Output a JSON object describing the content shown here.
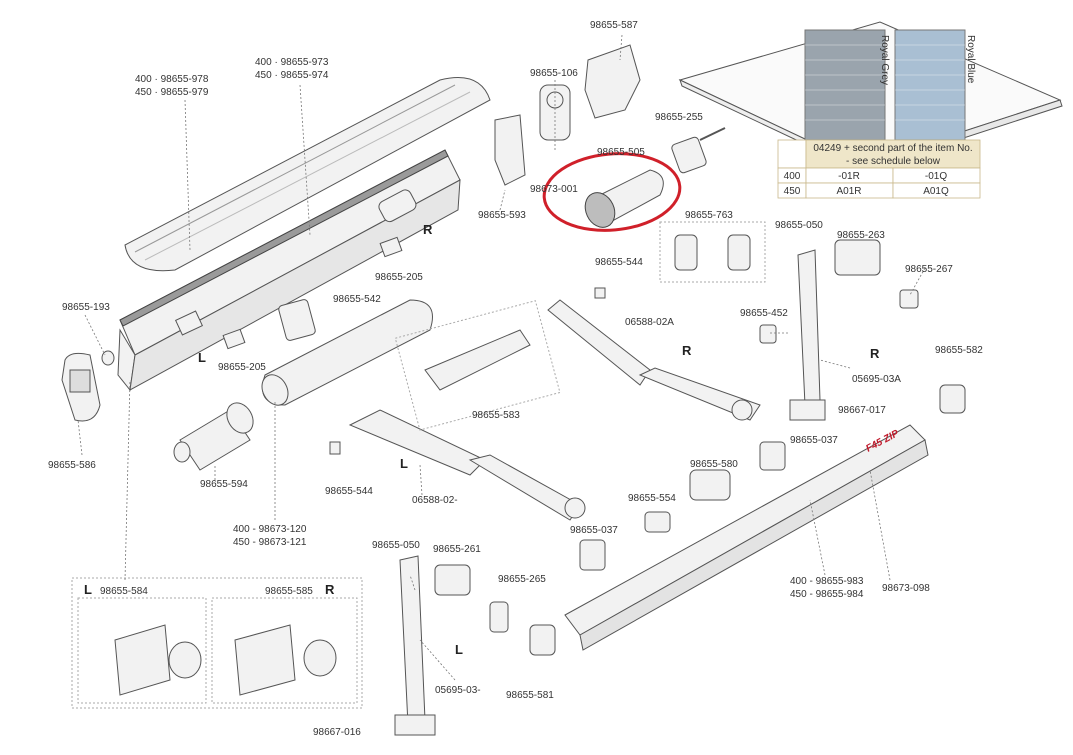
{
  "labels": {
    "p978": "400 · 98655-978",
    "p979": "450 · 98655-979",
    "p973": "400 · 98655-973",
    "p974": "450 · 98655-974",
    "p106": "98655-106",
    "p587": "98655-587",
    "p255": "98655-255",
    "p505": "98655-505",
    "p001": "98673-001",
    "p593": "98655-593",
    "p763": "98655-763",
    "p050a": "98655-050",
    "p263": "98655-263",
    "p267": "98655-267",
    "p205a": "98655-205",
    "p544a": "98655-544",
    "p193": "98655-193",
    "p542": "98655-542",
    "p205b": "98655-205",
    "p02A": "06588-02A",
    "p452": "98655-452",
    "p03A": "05695-03A",
    "p582": "98655-582",
    "p586": "98655-586",
    "p583": "98655-583",
    "p017": "98667-017",
    "p037a": "98655-037",
    "p594": "98655-594",
    "p544b": "98655-544",
    "p02": "06588-02-",
    "p580": "98655-580",
    "p554": "98655-554",
    "p037b": "98655-037",
    "p120": "400 - 98673-120",
    "p121": "450 - 98673-121",
    "p050b": "98655-050",
    "p261": "98655-261",
    "p265": "98655-265",
    "p584": "98655-584",
    "p585": "98655-585",
    "p983": "400 - 98655-983",
    "p984": "450 - 98655-984",
    "p098": "98673-098",
    "p03": "05695-03-",
    "p581": "98655-581",
    "p016": "98667-016"
  },
  "side_markers": {
    "r1": "R",
    "l1": "L",
    "r2": "R",
    "r3": "R",
    "l2": "L",
    "l3": "L",
    "r4": "R",
    "l4": "L"
  },
  "swatches": {
    "grey_name": "Royal Grey",
    "blue_name": "Royal Blue",
    "grey_color": "#9aa4ad",
    "blue_color": "#a9bfd3"
  },
  "fabric_table": {
    "note_line1": "04249 + second part of the item No.",
    "note_line2": "- see schedule below",
    "rows": [
      [
        "400",
        "-01R",
        "-01Q"
      ],
      [
        "450",
        "A01R",
        "A01Q"
      ]
    ]
  },
  "brand_text": "F45 ZIP",
  "highlight_color": "#d0202a"
}
